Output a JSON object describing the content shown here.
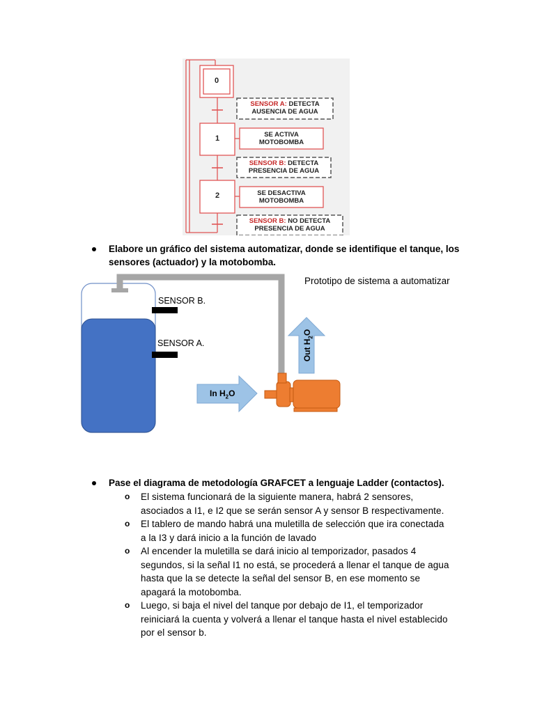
{
  "grafcet": {
    "steps": [
      "0",
      "1",
      "2"
    ],
    "conditions": [
      {
        "prefix": "SENSOR A:",
        "rest": "DETECTA",
        "line2": "AUSENCIA DE AGUA"
      },
      {
        "prefix": "SENSOR B:",
        "rest": "DETECTA",
        "line2": "PRESENCIA DE AGUA"
      },
      {
        "prefix": "SENSOR B:",
        "rest": "NO DETECTA",
        "line2": "PRESENCIA DE AGUA"
      }
    ],
    "actions": [
      {
        "line1": "SE ACTIVA",
        "line2": "MOTOBOMBA"
      },
      {
        "line1": "SE DESACTIVA",
        "line2": "MOTOBOMBA"
      }
    ]
  },
  "bullet1": {
    "line1": "Elabore un gráfico del sistema automatizar, donde se identifique el tanque, los",
    "line2": "sensores (actuador) y la motobomba."
  },
  "diagram": {
    "title": "Prototipo de sistema a automatizar",
    "sensor_b": "SENSOR B.",
    "sensor_a": "SENSOR A.",
    "in_label": "In H",
    "in_sub": "2",
    "in_tail": "O",
    "out_label": "Out H",
    "out_sub": "2",
    "out_tail": "O",
    "colors": {
      "tank": "#4472c4",
      "pipe": "#a6a6a6",
      "arrow": "#9dc3e6",
      "pump": "#ed7d31"
    }
  },
  "bullet2": {
    "heading": "Pase el diagrama de metodología GRAFCET a lenguaje Ladder (contactos).",
    "marker": "o",
    "items": [
      {
        "lines": [
          "El sistema funcionará de la siguiente manera, habrá 2 sensores,",
          "asociados a I1, e I2 que se serán sensor A y sensor B respectivamente."
        ]
      },
      {
        "lines": [
          "El tablero de mando habrá una muletilla de selección que ira conectada",
          "a la I3 y dará inicio a la función de lavado"
        ]
      },
      {
        "lines": [
          "Al encender la muletilla se dará inicio al temporizador, pasados 4",
          "segundos, si la señal I1 no está, se procederá a llenar el tanque de agua",
          "hasta que la se detecte la señal del sensor B, en ese momento se",
          "apagará la motobomba."
        ]
      },
      {
        "lines": [
          "Luego, si baja el nivel del tanque por debajo de I1, el temporizador",
          "reiniciará la cuenta y volverá a llenar el tanque hasta el nivel establecido",
          "por el sensor b."
        ]
      }
    ]
  }
}
